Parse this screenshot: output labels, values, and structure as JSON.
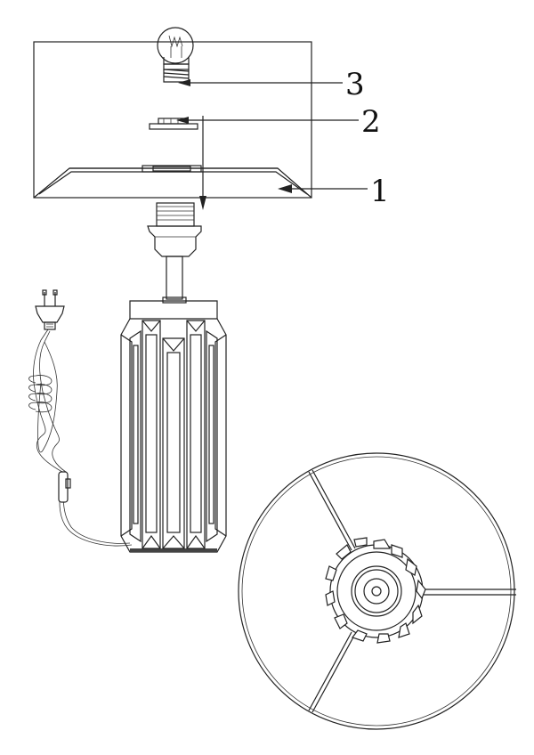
{
  "callouts": [
    {
      "id": "1",
      "label": "1"
    },
    {
      "id": "2",
      "label": "2"
    },
    {
      "id": "3",
      "label": "3"
    }
  ],
  "colors": {
    "line": "#222222",
    "background": "#ffffff"
  },
  "icons": [
    "bulb-icon",
    "plug-icon",
    "switch-icon"
  ]
}
